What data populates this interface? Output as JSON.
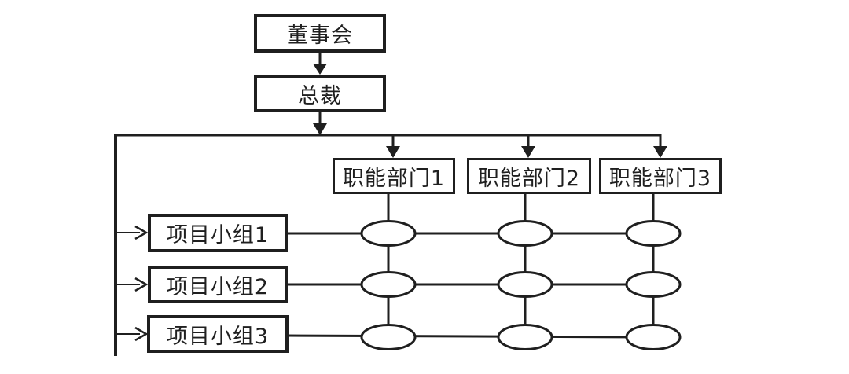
{
  "diagram": {
    "type": "matrix-organization-chart",
    "nodes": {
      "board": {
        "id": "board",
        "label": "董事会"
      },
      "president": {
        "id": "president",
        "label": "总裁"
      }
    },
    "departments": [
      {
        "id": "dept-1",
        "label": "职能部门1"
      },
      {
        "id": "dept-2",
        "label": "职能部门2"
      },
      {
        "id": "dept-3",
        "label": "职能部门3"
      }
    ],
    "teams": [
      {
        "id": "team-1",
        "label": "项目小组1"
      },
      {
        "id": "team-2",
        "label": "项目小组2"
      },
      {
        "id": "team-3",
        "label": "项目小组3"
      }
    ],
    "edges": [
      {
        "from": "board",
        "to": "president",
        "style": "solid-arrow"
      },
      {
        "from": "president",
        "to": "dept-1",
        "style": "solid-arrow"
      },
      {
        "from": "president",
        "to": "dept-2",
        "style": "solid-arrow"
      },
      {
        "from": "president",
        "to": "dept-3",
        "style": "solid-arrow"
      },
      {
        "from": "president-rail",
        "to": "team-1",
        "style": "thin-chevron-arrow"
      },
      {
        "from": "president-rail",
        "to": "team-2",
        "style": "thin-chevron-arrow"
      },
      {
        "from": "president-rail",
        "to": "team-3",
        "style": "thin-chevron-arrow"
      }
    ],
    "matrix": {
      "rows": 3,
      "columns": 3,
      "intersection_shape": "ellipse",
      "ellipse_count": 9
    },
    "colors": {
      "line": "#1f1f1f",
      "box_fill": "#ffffff",
      "background": "#ffffff"
    }
  }
}
